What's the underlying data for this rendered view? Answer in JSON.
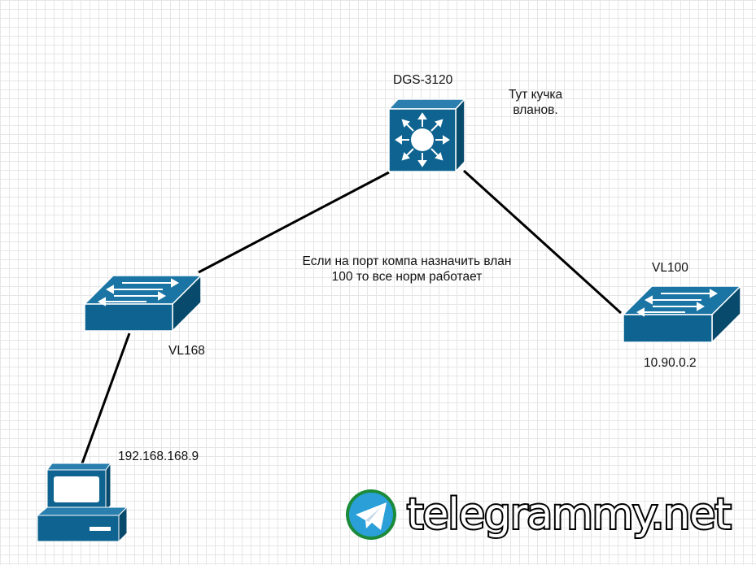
{
  "nodes": {
    "core_switch": {
      "label": "DGS-3120",
      "icon": "l3-switch-icon"
    },
    "left_switch": {
      "label": "VL168",
      "icon": "switch-icon"
    },
    "right_switch": {
      "label": "VL100",
      "sublabel": "10.90.0.2",
      "icon": "switch-icon"
    },
    "pc": {
      "label": "192.168.168.9",
      "icon": "workstation-icon"
    }
  },
  "notes": {
    "top": "Тут кучка вланов.",
    "middle": "Если на порт компа назначить влан 100 то все норм работает"
  },
  "watermark": {
    "text": "telegrammy.net",
    "icon": "telegram-logo"
  },
  "colors": {
    "device": "#0e6390",
    "link": "#000000",
    "grid": "#e6e6e6"
  }
}
